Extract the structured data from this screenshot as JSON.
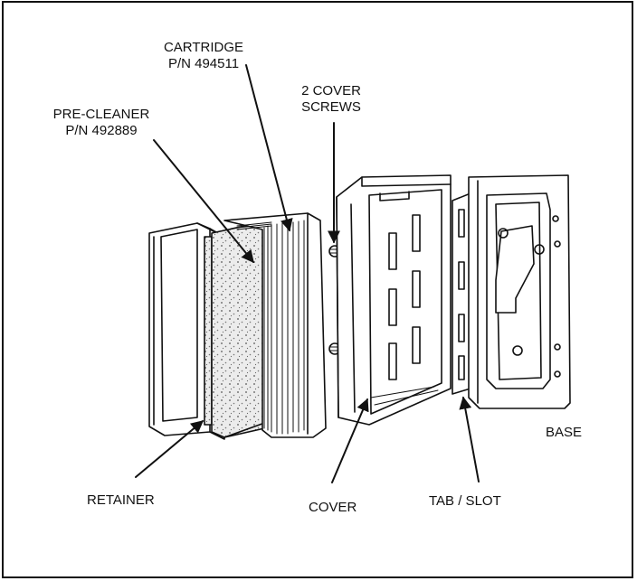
{
  "labels": {
    "cartridge": {
      "name": "CARTRIDGE",
      "part": "P/N 494511"
    },
    "pre_cleaner": {
      "name": "PRE-CLEANER",
      "part": "P/N 492889"
    },
    "cover_screws": {
      "line1": "2 COVER",
      "line2": "SCREWS"
    },
    "retainer": "RETAINER",
    "cover": "COVER",
    "tab_slot": "TAB / SLOT",
    "base": "BASE"
  },
  "colors": {
    "ink": "#111111",
    "paper": "#ffffff",
    "media": "#e9e9e9"
  }
}
